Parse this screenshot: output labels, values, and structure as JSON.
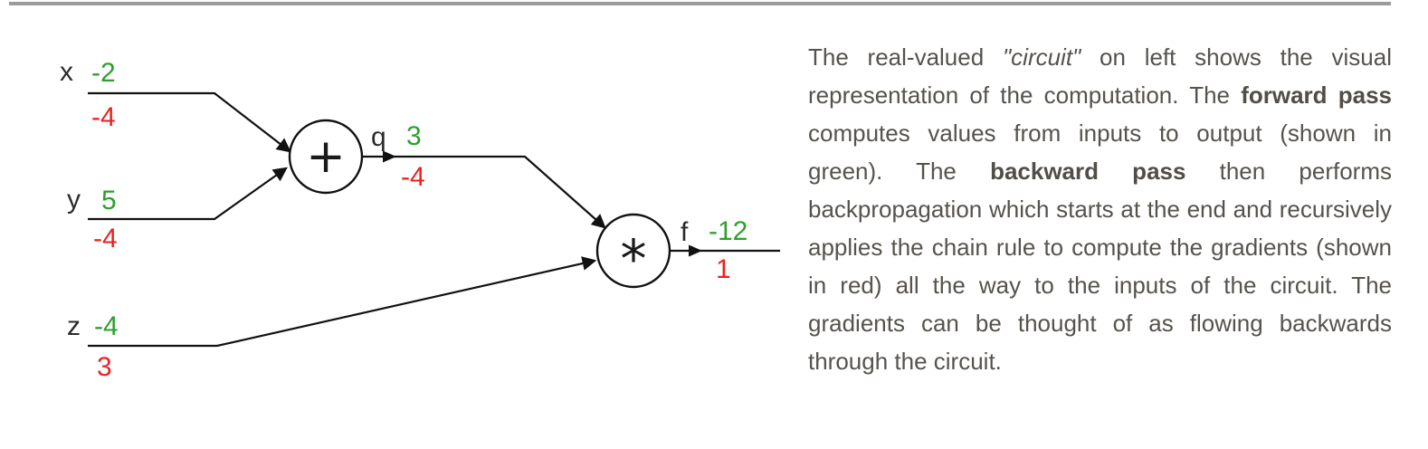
{
  "page": {
    "background": "#ffffff",
    "top_rule_color": "#9b9b9b"
  },
  "diagram": {
    "colors": {
      "forward_value": "#2e9e2e",
      "gradient_value": "#ee1f1f",
      "wire": "#111111",
      "label": "#2b2b2b"
    },
    "inputs": {
      "x": {
        "label": "x",
        "value": "-2",
        "grad": "-4"
      },
      "y": {
        "label": "y",
        "value": "5",
        "grad": "-4"
      },
      "z": {
        "label": "z",
        "value": "-4",
        "grad": "3"
      }
    },
    "gates": {
      "plus": {
        "symbol": "+"
      },
      "multiply": {
        "symbol": "*"
      }
    },
    "outputs": {
      "q": {
        "label": "q",
        "value": "3",
        "grad": "-4"
      },
      "f": {
        "label": "f",
        "value": "-12",
        "grad": "1"
      }
    }
  },
  "paragraph": {
    "segments": [
      {
        "text": "The real-valued ",
        "style": "normal"
      },
      {
        "text": "\"circuit\"",
        "style": "italic"
      },
      {
        "text": " on left shows the visual representation of the computation. The ",
        "style": "normal"
      },
      {
        "text": "forward pass",
        "style": "bold"
      },
      {
        "text": " computes values from inputs to output (shown in green). The ",
        "style": "normal"
      },
      {
        "text": "backward pass",
        "style": "bold"
      },
      {
        "text": " then performs backpropagation which starts at the end and recursively applies the chain rule to compute the gradients (shown in red) all the way to the inputs of the circuit. The gradients can be thought of as flowing backwards through the circuit.",
        "style": "normal"
      }
    ]
  }
}
